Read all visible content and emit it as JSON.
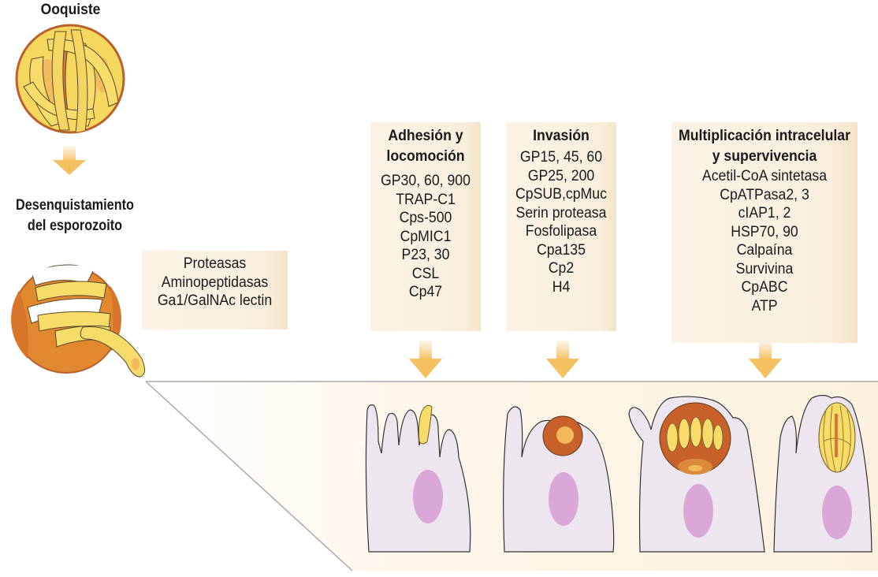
{
  "stages": {
    "oocyst_label": "Ooquiste",
    "excystation_label_line1": "Desenquistamiento",
    "excystation_label_line2": "del esporozoito"
  },
  "excystation_box": {
    "items": [
      "Proteasas",
      "Aminopeptidasas",
      "Ga1/GalNAc lectin"
    ]
  },
  "boxes": [
    {
      "title_lines": [
        "Adhesión y",
        "locomoción"
      ],
      "items": [
        "GP30, 60, 900",
        "TRAP-C1",
        "Cps-500",
        "CpMIC1",
        "P23, 30",
        "CSL",
        "Cp47"
      ]
    },
    {
      "title_lines": [
        "Invasión"
      ],
      "items": [
        "GP15, 45, 60",
        "GP25, 200",
        "CpSUB,cpMuc",
        "Serin proteasa",
        "Fosfolipasa",
        "Cpa135",
        "Cp2",
        "H4"
      ]
    },
    {
      "title_lines": [
        "Multiplicación intracelular",
        "y supervivencia"
      ],
      "items": [
        "Acetil-CoA sintetasa",
        "CpATPasa2, 3",
        "cIAP1, 2",
        "HSP70, 90",
        "Calpaína",
        "Survivina",
        "CpABC",
        "ATP"
      ]
    }
  ],
  "colors": {
    "box_bg": "#f9eedc",
    "arrow": "#f5c77e",
    "oocyst_yellow": "#f7dc6a",
    "oocyst_orange": "#e08a3c",
    "wall_brown": "#c8672a",
    "cell_fill": "#ede6ee",
    "nucleus": "#d9a8d6",
    "panel_bg": "#fdf5e6"
  }
}
